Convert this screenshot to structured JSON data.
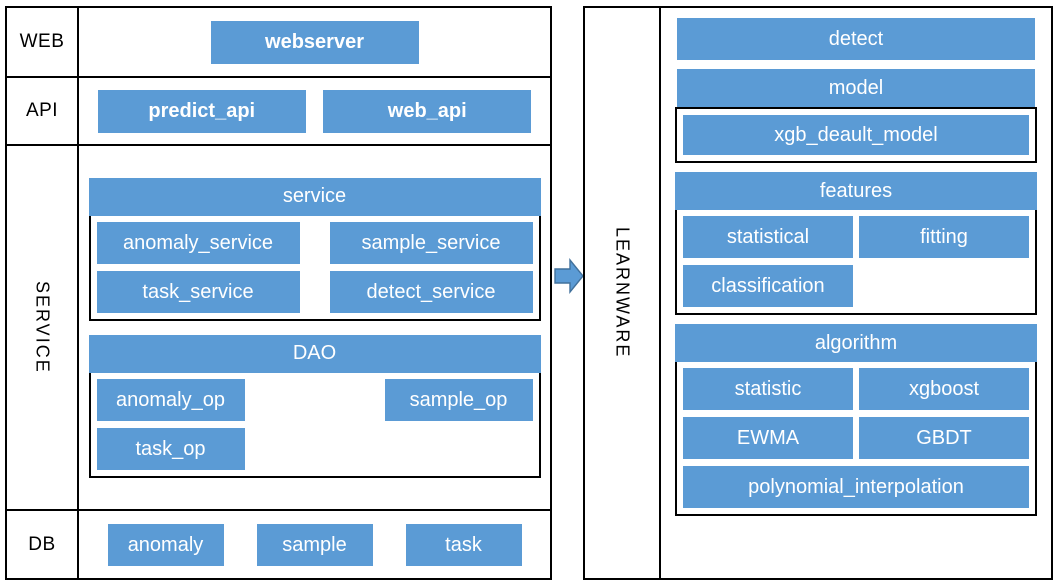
{
  "diagram": {
    "accent_color": "#5B9BD5",
    "border_color": "#000000",
    "text_on_accent": "#FFFFFF",
    "connector": {
      "icon": "right-arrow-icon",
      "direction": "right"
    }
  },
  "left_panel": {
    "rows": [
      {
        "label": "WEB",
        "orientation": "horizontal",
        "boxes": [
          {
            "label": "webserver",
            "bold": true
          }
        ]
      },
      {
        "label": "API",
        "orientation": "horizontal",
        "boxes": [
          {
            "label": "predict_api",
            "bold": true
          },
          {
            "label": "web_api",
            "bold": true
          }
        ]
      },
      {
        "label": "SERVICE",
        "orientation": "vertical",
        "groups": [
          {
            "header": "service",
            "rows": [
              [
                "anomaly_service",
                "sample_service"
              ],
              [
                "task_service",
                "detect_service"
              ]
            ]
          },
          {
            "header": "DAO",
            "rows": [
              [
                "anomaly_op",
                "sample_op"
              ],
              [
                "task_op"
              ]
            ]
          }
        ]
      },
      {
        "label": "DB",
        "orientation": "horizontal",
        "boxes": [
          {
            "label": "anomaly",
            "bold": false
          },
          {
            "label": "sample",
            "bold": false
          },
          {
            "label": "task",
            "bold": false
          }
        ]
      }
    ]
  },
  "right_panel": {
    "label": "LEARNWARE",
    "items": [
      {
        "kind": "box",
        "label": "detect"
      },
      {
        "kind": "group",
        "header": "model",
        "rows": [
          [
            "xgb_deault_model"
          ]
        ]
      },
      {
        "kind": "group",
        "header": "features",
        "rows": [
          [
            "statistical",
            "fitting"
          ],
          [
            "classification"
          ]
        ]
      },
      {
        "kind": "group",
        "header": "algorithm",
        "rows": [
          [
            "statistic",
            "xgboost"
          ],
          [
            "EWMA",
            "GBDT"
          ],
          [
            "polynomial_interpolation"
          ]
        ]
      }
    ]
  }
}
